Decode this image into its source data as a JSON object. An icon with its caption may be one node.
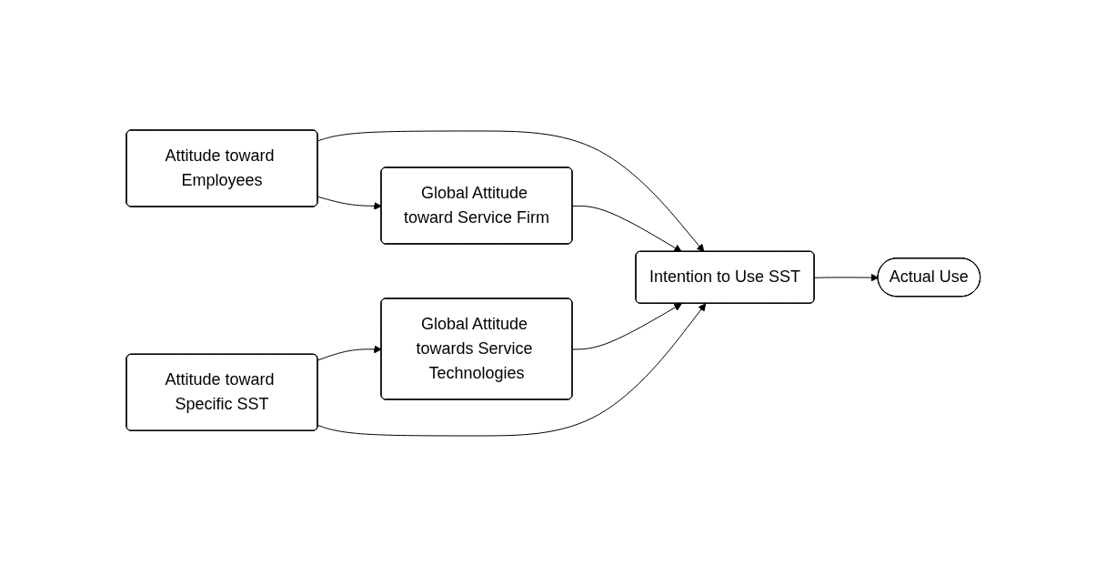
{
  "diagram": {
    "nodes": [
      {
        "text": [
          "Attitude toward Employees"
        ]
      },
      {
        "text": [
          "Global Attitude toward Service Firm"
        ]
      },
      {
        "text": [
          "Intention to Use SST"
        ]
      },
      {
        "text": [
          "Actual Use"
        ]
      },
      {
        "text": [
          "Global Attitude towards Service Technologies"
        ]
      },
      {
        "text": [
          "Attitude toward Specific SST"
        ]
      }
    ],
    "edges": [
      {
        "from": 0,
        "to": 2,
        "arrow": "to"
      },
      {
        "from": 0,
        "to": 1,
        "arrow": "to"
      },
      {
        "from": 1,
        "to": 2,
        "arrow": "to"
      },
      {
        "from": 2,
        "to": 3,
        "arrow": "to"
      },
      {
        "from": 5,
        "to": 4,
        "arrow": "to"
      },
      {
        "from": 4,
        "to": 2,
        "arrow": "to"
      },
      {
        "from": 5,
        "to": 2,
        "arrow": "to"
      }
    ]
  }
}
